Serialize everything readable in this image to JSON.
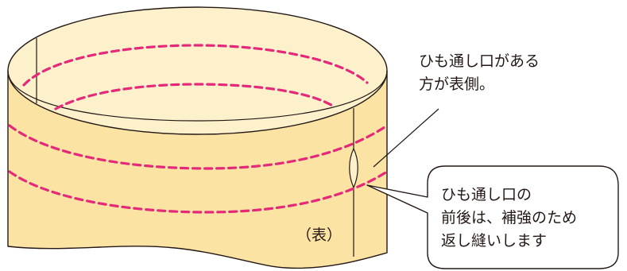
{
  "labels": {
    "top_note": {
      "lines": [
        "ひも通し口がある",
        "方が表側。"
      ]
    },
    "callout": {
      "lines": [
        "ひも通し口の",
        "前後は、補強のため",
        "返し縫いします"
      ]
    },
    "front_side": "（表）"
  },
  "colors": {
    "fabric_outer": "#fbe3a3",
    "fabric_inner": "#fdf1cc",
    "outline": "#231815",
    "stitch": "#e4287a",
    "callout_fill": "#ffffff"
  }
}
